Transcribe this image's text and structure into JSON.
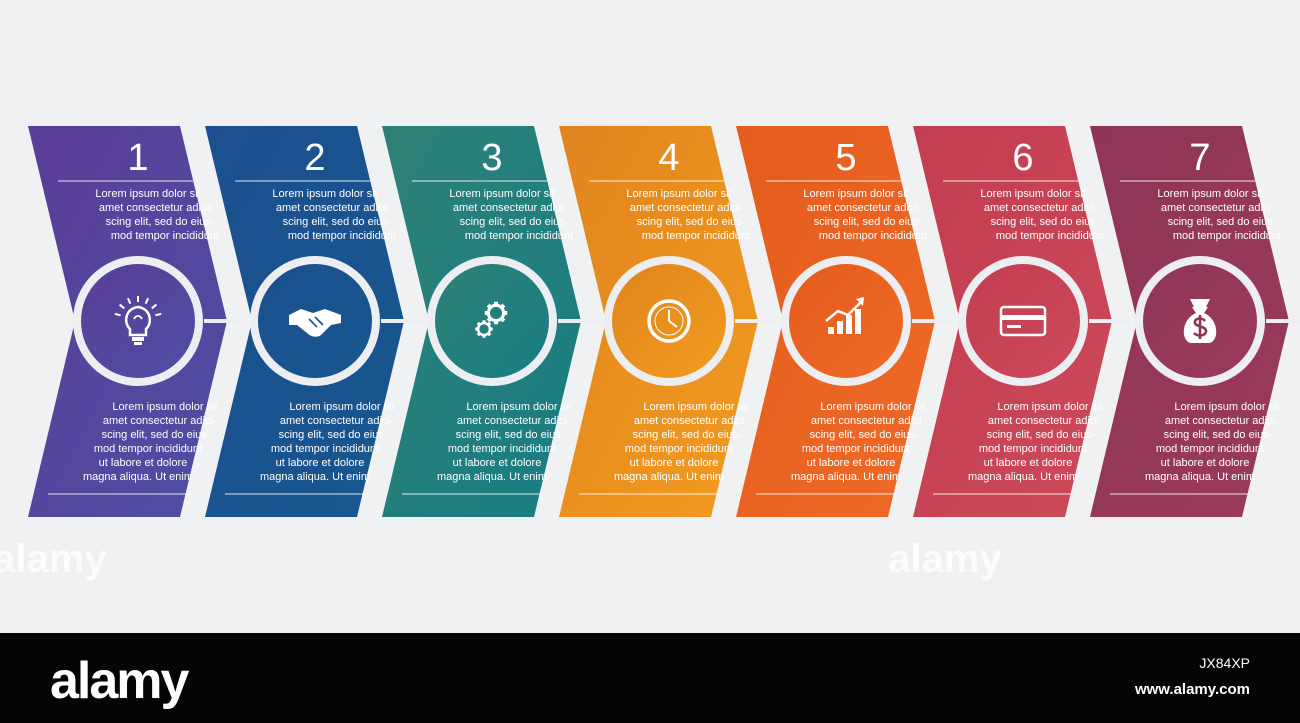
{
  "steps": [
    {
      "number": "1",
      "top_text": [
        "Lorem ipsum dolor sit",
        "amet consectetur adipi-",
        "scing elit, sed do eius-",
        "mod tempor incididunt"
      ],
      "bottom_text": [
        "Lorem ipsum dolor sit",
        "amet consectetur adipi-",
        "scing elit, sed do eius-",
        "mod tempor incididunt",
        "ut labore et dolore",
        "magna aliqua. Ut enim"
      ],
      "icon": "lightbulb-icon",
      "color_a": "#5b3d98",
      "color_b": "#4e4fa3"
    },
    {
      "number": "2",
      "top_text": [
        "Lorem ipsum dolor sit",
        "amet consectetur adipi-",
        "scing elit, sed do eius-",
        "mod tempor incididunt"
      ],
      "bottom_text": [
        "Lorem ipsum dolor sit",
        "amet consectetur adipi-",
        "scing elit, sed do eius-",
        "mod tempor incididunt",
        "ut labore et dolore",
        "magna aliqua. Ut enim"
      ],
      "icon": "handshake-icon",
      "color_a": "#1c4f8f",
      "color_b": "#17578f"
    },
    {
      "number": "3",
      "top_text": [
        "Lorem ipsum dolor sit",
        "amet consectetur adipi-",
        "scing elit, sed do eius-",
        "mod tempor incididunt"
      ],
      "bottom_text": [
        "Lorem ipsum dolor sit",
        "amet consectetur adipi-",
        "scing elit, sed do eius-",
        "mod tempor incididunt",
        "ut labore et dolore",
        "magna aliqua. Ut enim"
      ],
      "icon": "gears-icon",
      "color_a": "#2e8077",
      "color_b": "#187e82"
    },
    {
      "number": "4",
      "top_text": [
        "Lorem ipsum dolor sit",
        "amet consectetur adipi-",
        "scing elit, sed do eius-",
        "mod tempor incididunt"
      ],
      "bottom_text": [
        "Lorem ipsum dolor sit",
        "amet consectetur adipi-",
        "scing elit, sed do eius-",
        "mod tempor incididunt",
        "ut labore et dolore",
        "magna aliqua. Ut enim"
      ],
      "icon": "clock-icon",
      "color_a": "#e0841e",
      "color_b": "#f29c1f"
    },
    {
      "number": "5",
      "top_text": [
        "Lorem ipsum dolor sit",
        "amet consectetur adipi-",
        "scing elit, sed do eius-",
        "mod tempor incididunt"
      ],
      "bottom_text": [
        "Lorem ipsum dolor sit",
        "amet consectetur adipi-",
        "scing elit, sed do eius-",
        "mod tempor incididunt",
        "ut labore et dolore",
        "magna aliqua. Ut enim"
      ],
      "icon": "growth-chart-icon",
      "color_a": "#e55c1d",
      "color_b": "#ee6a27"
    },
    {
      "number": "6",
      "top_text": [
        "Lorem ipsum dolor sit",
        "amet consectetur adipi-",
        "scing elit, sed do eius-",
        "mod tempor incididunt"
      ],
      "bottom_text": [
        "Lorem ipsum dolor sit",
        "amet consectetur adipi-",
        "scing elit, sed do eius-",
        "mod tempor incididunt",
        "ut labore et dolore",
        "magna aliqua. Ut enim"
      ],
      "icon": "credit-card-icon",
      "color_a": "#c23d4f",
      "color_b": "#cc4a5a"
    },
    {
      "number": "7",
      "top_text": [
        "Lorem ipsum dolor sit",
        "amet consectetur adipi-",
        "scing elit, sed do eius-",
        "mod tempor incididunt"
      ],
      "bottom_text": [
        "Lorem ipsum dolor sit",
        "amet consectetur adipi-",
        "scing elit, sed do eius-",
        "mod tempor incididunt",
        "ut labore et dolore",
        "magna aliqua. Ut enim"
      ],
      "icon": "money-bag-icon",
      "color_a": "#8f3557",
      "color_b": "#9a3a5c"
    }
  ],
  "watermark": "alamy",
  "footer": {
    "logo": "alamy",
    "image_id": "JX84XP",
    "url": "www.alamy.com"
  },
  "colors": {
    "background": "#f0f1f3",
    "footer": "#050505",
    "ring": "#eceef1",
    "text": "#ffffff"
  }
}
